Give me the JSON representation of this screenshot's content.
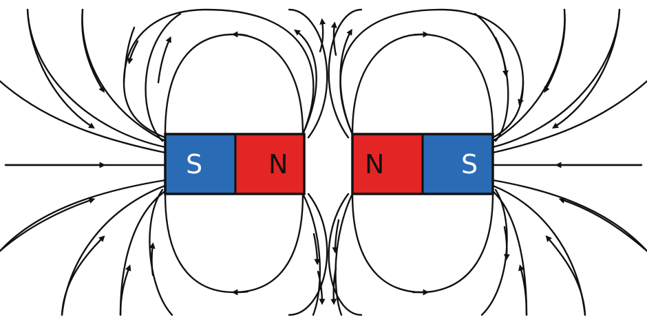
{
  "magnets": [
    {
      "poles": [
        {
          "letter": "S",
          "fill": "#2a6bb5",
          "text_color": "#ffffff"
        },
        {
          "letter": "N",
          "fill": "#e42525",
          "text_color": "#111111"
        }
      ]
    },
    {
      "poles": [
        {
          "letter": "N",
          "fill": "#e42525",
          "text_color": "#111111"
        },
        {
          "letter": "S",
          "fill": "#2a6bb5",
          "text_color": "#ffffff"
        }
      ]
    }
  ],
  "colors": {
    "field_line": "#111111",
    "background": "#ffffff"
  }
}
